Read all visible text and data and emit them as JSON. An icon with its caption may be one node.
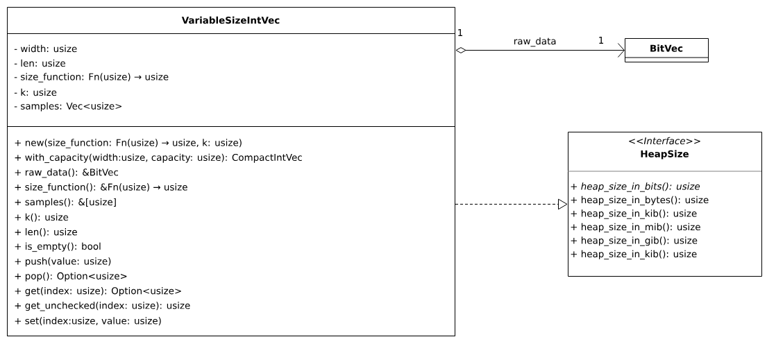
{
  "diagram": {
    "nodes": [
      {
        "text": [
          "VariableSizeIntVec"
        ]
      },
      {
        "text": [
          "- width: usize",
          "- len: usize",
          "- size_function: Fn(usize) → usize",
          "- k: usize",
          "- samples: Vec<usize>"
        ],
        "in": 0
      },
      {
        "text": [
          "+ new(size_function: Fn(usize) → usize, k: usize)",
          "+ with_capacity(width:usize, capacity: usize): CompactIntVec",
          "+ raw_data(): &BitVec",
          "+ size_function(): &Fn(usize) → usize",
          "+ samples(): &[usize]",
          "+ k(): usize",
          "+ len(): usize",
          "+ is_empty(): bool",
          "+ push(value: usize)",
          "+ pop(): Option<usize>",
          "+ get(index: usize): Option<usize>",
          "+ get_unchecked(index: usize): usize",
          "+ set(index:usize, value: usize)"
        ],
        "in": 0
      },
      {
        "text": [
          "BitVec"
        ]
      },
      {
        "text": [
          "<<Interface>>",
          "HeapSize"
        ]
      },
      {
        "text": [
          "+ heap_size_in_bits(): usize",
          "+ heap_size_in_bytes(): usize",
          "+ heap_size_in_kib(): usize",
          "+ heap_size_in_mib(): usize",
          "+ heap_size_in_gib(): usize",
          "+ heap_size_in_kib(): usize"
        ],
        "in": 4
      }
    ],
    "edges": [
      {
        "from": 0,
        "to": 3,
        "arrow": "to",
        "label": "raw_data"
      },
      {
        "from": 0,
        "to": 4,
        "arrow": "to",
        "style": "dashed"
      }
    ],
    "labels": [
      "1",
      "1"
    ]
  }
}
